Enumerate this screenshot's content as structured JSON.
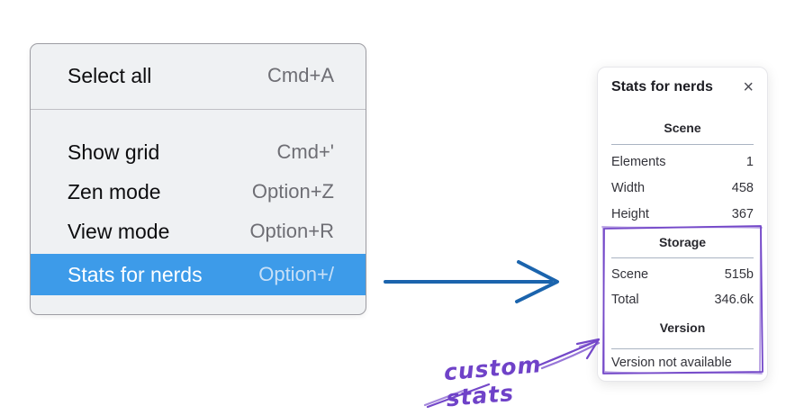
{
  "context_menu": {
    "items": [
      {
        "label": "Select all",
        "shortcut": "Cmd+A"
      },
      {
        "label": "Show grid",
        "shortcut": "Cmd+'"
      },
      {
        "label": "Zen mode",
        "shortcut": "Option+Z"
      },
      {
        "label": "View mode",
        "shortcut": "Option+R"
      },
      {
        "label": "Stats for nerds",
        "shortcut": "Option+/"
      }
    ],
    "highlighted_item": "Stats for nerds",
    "highlight_color": "#3d9be9"
  },
  "stats_panel": {
    "title": "Stats for nerds",
    "close_icon": "×",
    "sections": [
      {
        "heading": "Scene",
        "rows": [
          {
            "label": "Elements",
            "value": "1"
          },
          {
            "label": "Width",
            "value": "458"
          },
          {
            "label": "Height",
            "value": "367"
          }
        ]
      },
      {
        "heading": "Storage",
        "rows": [
          {
            "label": "Scene",
            "value": "515b"
          },
          {
            "label": "Total",
            "value": "346.6k"
          }
        ]
      },
      {
        "heading": "Version",
        "note": "Version not available"
      }
    ]
  },
  "annotations": {
    "label": "custom stats",
    "pointer_arrow_color": "#1b64ad",
    "sketch_color": "#7448c9"
  }
}
